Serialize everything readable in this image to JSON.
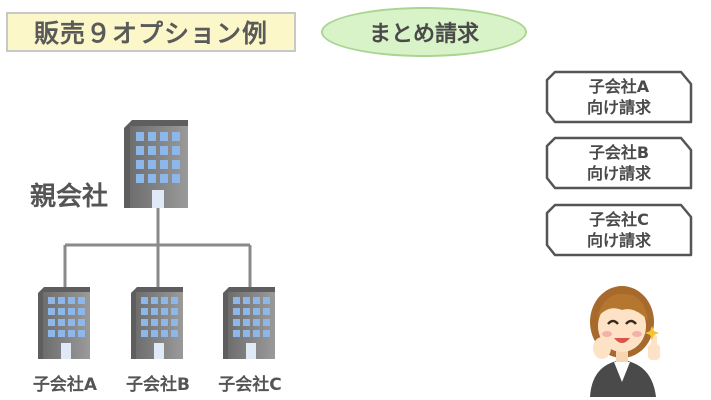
{
  "title": "販売９オプション例",
  "mode_label": "まとめ請求",
  "parent": {
    "label": "親会社"
  },
  "children": [
    {
      "label": "子会社A"
    },
    {
      "label": "子会社B"
    },
    {
      "label": "子会社C"
    }
  ],
  "invoices": [
    {
      "line1": "子会社A",
      "line2": "向け請求"
    },
    {
      "line1": "子会社B",
      "line2": "向け請求"
    },
    {
      "line1": "子会社C",
      "line2": "向け請求"
    }
  ],
  "colors": {
    "title_bg": "#fbf7c9",
    "pill_bg": "#d9f3c9",
    "line": "#8a8a8a",
    "building": "#7c7c7c",
    "window": "#8db7e8"
  },
  "icons": [
    "building-icon",
    "businesswoman-thumbs-up-icon"
  ]
}
